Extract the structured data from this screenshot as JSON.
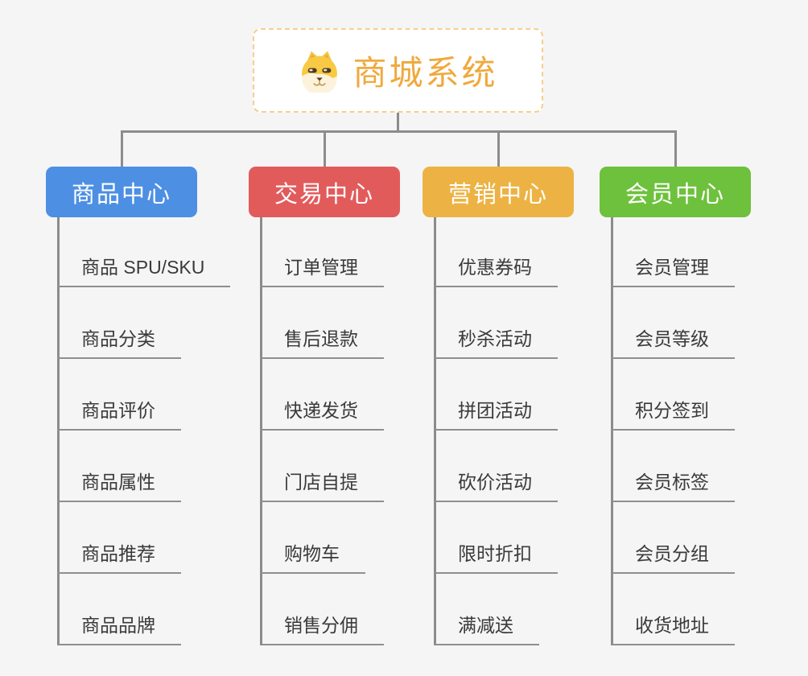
{
  "root": {
    "title": "商城系统",
    "icon": "dog-face-icon",
    "title_color": "#F0A93E",
    "border_color": "#F6CE90"
  },
  "connector_color": "#8C8C8C",
  "branches": [
    {
      "label": "商品中心",
      "color": "#4D8FE3",
      "items": [
        "商品 SPU/SKU",
        "商品分类",
        "商品评价",
        "商品属性",
        "商品推荐",
        "商品品牌"
      ]
    },
    {
      "label": "交易中心",
      "color": "#E25B5B",
      "items": [
        "订单管理",
        "售后退款",
        "快递发货",
        "门店自提",
        "购物车",
        "销售分佣"
      ]
    },
    {
      "label": "营销中心",
      "color": "#ECB344",
      "items": [
        "优惠券码",
        "秒杀活动",
        "拼团活动",
        "砍价活动",
        "限时折扣",
        "满减送"
      ]
    },
    {
      "label": "会员中心",
      "color": "#6EC13C",
      "items": [
        "会员管理",
        "会员等级",
        "积分签到",
        "会员标签",
        "会员分组",
        "收货地址"
      ]
    }
  ]
}
